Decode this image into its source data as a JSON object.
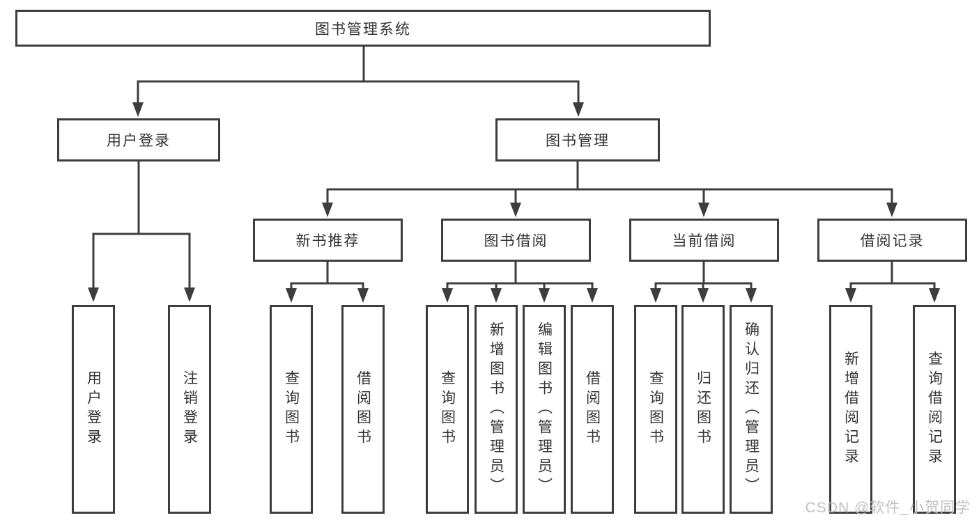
{
  "watermark": "CSDN @软件_小贺同学",
  "colors": {
    "line": "#3d3d3d",
    "text": "#333333",
    "watermark": "#c0c0c0",
    "background": "#ffffff"
  },
  "nodes": {
    "root": "图书管理系统",
    "level2": {
      "user_login": "用户登录",
      "book_mgmt": "图书管理"
    },
    "level3": {
      "new_book_rec": "新书推荐",
      "book_borrow": "图书借阅",
      "current_borrow": "当前借阅",
      "borrow_records": "借阅记录"
    },
    "leaves": {
      "user_login": "用户登录",
      "logout": "注销登录",
      "rec_query_books": "查询图书",
      "rec_borrow_books": "借阅图书",
      "bb_query_books": "查询图书",
      "bb_add_books": "新增图书（管理员）",
      "bb_edit_books": "编辑图书（管理员）",
      "bb_borrow_books": "借阅图书",
      "cb_query_books": "查询图书",
      "cb_return_books": "归还图书",
      "cb_confirm_return": "确认归还（管理员）",
      "br_add_record": "新增借阅记录",
      "br_query_record": "查询借阅记录"
    }
  }
}
